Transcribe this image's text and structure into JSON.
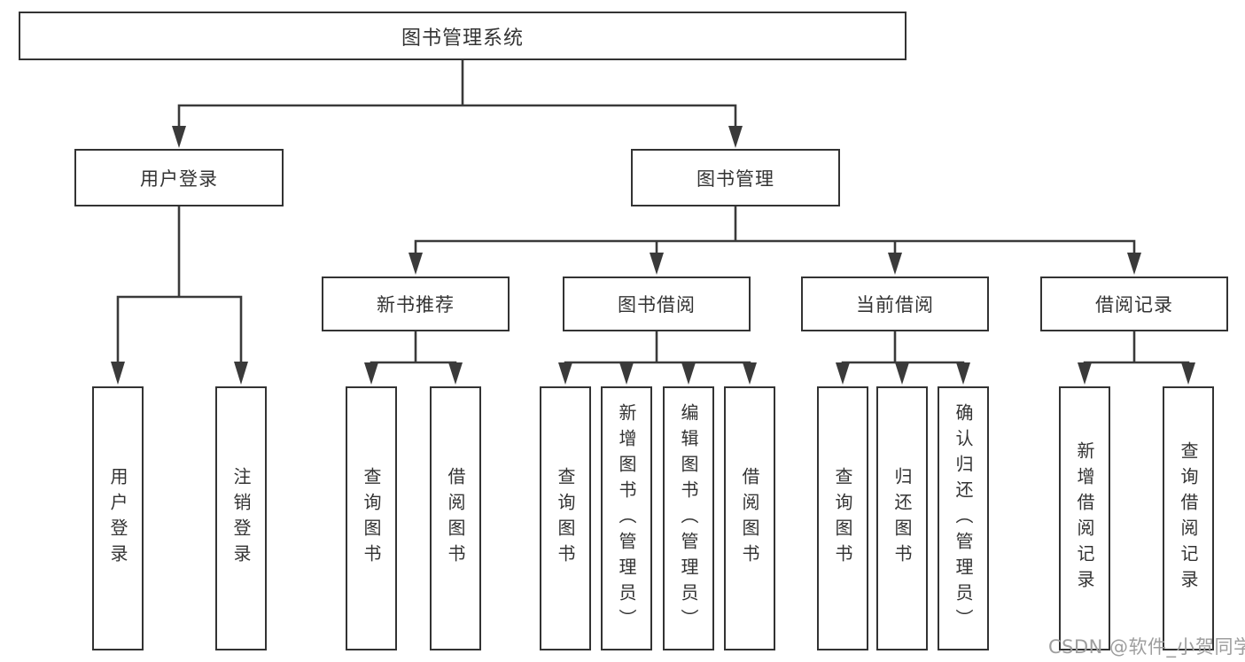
{
  "title": "图书管理系统",
  "watermark": "CSDN @软件_小贺同学",
  "colors": {
    "line": "#3a3a3a",
    "box_border": "#333333",
    "text": "#333333",
    "watermark": "#9e9e9e",
    "background": "#ffffff"
  },
  "tree": {
    "root": {
      "label": "图书管理系统"
    },
    "branches": [
      {
        "label": "用户登录",
        "children": [
          {
            "label": "用户登录"
          },
          {
            "label": "注销登录"
          }
        ]
      },
      {
        "label": "图书管理",
        "children": [
          {
            "label": "新书推荐",
            "children": [
              {
                "label": "查询图书"
              },
              {
                "label": "借阅图书"
              }
            ]
          },
          {
            "label": "图书借阅",
            "children": [
              {
                "label": "查询图书"
              },
              {
                "label": "新增图书（管理员）"
              },
              {
                "label": "编辑图书（管理员）"
              },
              {
                "label": "借阅图书"
              }
            ]
          },
          {
            "label": "当前借阅",
            "children": [
              {
                "label": "查询图书"
              },
              {
                "label": "归还图书"
              },
              {
                "label": "确认归还（管理员）"
              }
            ]
          },
          {
            "label": "借阅记录",
            "children": [
              {
                "label": "新增借阅记录"
              },
              {
                "label": "查询借阅记录"
              }
            ]
          }
        ]
      }
    ]
  }
}
